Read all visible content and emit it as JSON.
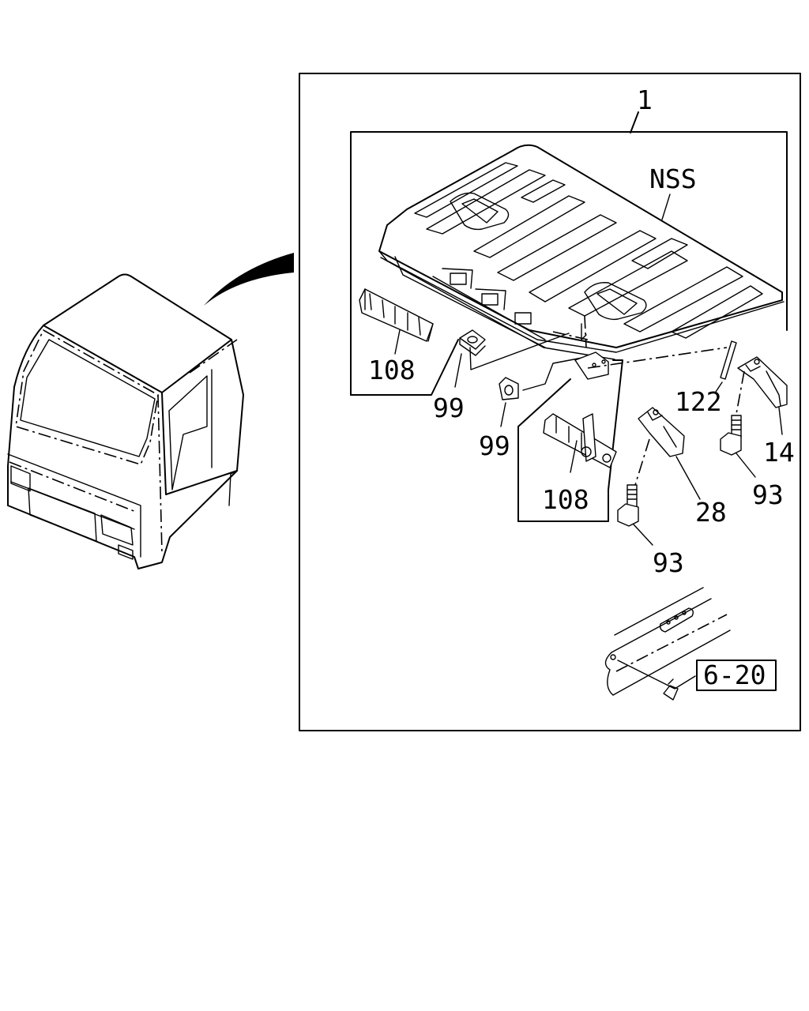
{
  "labels": {
    "assembly": "1",
    "roof_panel": "NSS",
    "reinforcement_left": "108",
    "reinforcement_center": "108",
    "pad_upper": "99",
    "pad_lower": "99",
    "pin": "122",
    "bracket_right": "14",
    "bracket_center": "28",
    "bolt_right": "93",
    "bolt_lower": "93",
    "ref_box": "6-20"
  }
}
